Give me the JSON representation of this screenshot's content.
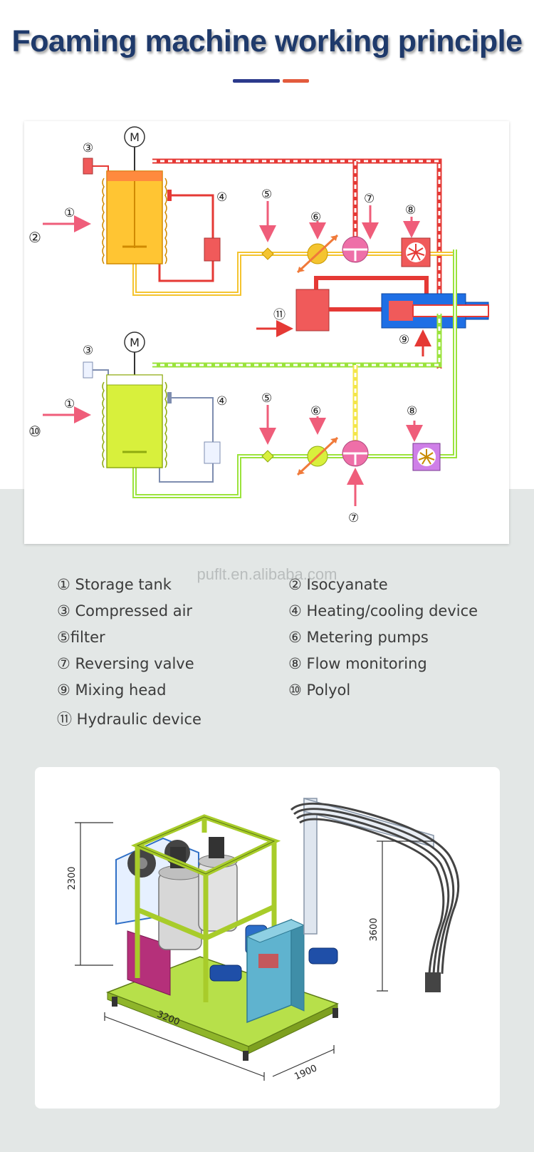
{
  "title": "Foaming machine working principle",
  "colors": {
    "title": "#1f3a6b",
    "accent_blue": "#2b3a8c",
    "accent_red": "#e35b3d",
    "pipe_red": "#e53935",
    "pipe_yellow": "#f4c430",
    "pipe_green": "#9be33c",
    "tank_orange": "#ffc533",
    "tank_green": "#d8f03c",
    "mixing_head": "#1f6fe5",
    "hydraulic": "#f05a5a"
  },
  "watermark": "puflt.en.alibaba.com",
  "diagram": {
    "motor_label": "M",
    "markers": {
      "n1": "①",
      "n2": "②",
      "n3": "③",
      "n4": "④",
      "n5": "⑤",
      "n6": "⑥",
      "n7": "⑦",
      "n8": "⑧",
      "n9": "⑨",
      "n10": "⑩",
      "n11": "⑪"
    }
  },
  "legend": [
    {
      "text": "① Storage tank"
    },
    {
      "text": "② Isocyanate"
    },
    {
      "text": "③ Compressed air"
    },
    {
      "text": "④ Heating/cooling device"
    },
    {
      "text": "⑤filter"
    },
    {
      "text": "⑥ Metering pumps"
    },
    {
      "text": "⑦ Reversing valve"
    },
    {
      "text": "⑧ Flow monitoring"
    },
    {
      "text": "⑨ Mixing head"
    },
    {
      "text": "⑩ Polyol"
    },
    {
      "text": "⑪ Hydraulic device"
    }
  ],
  "machine": {
    "dimensions": {
      "height_frame": "2300",
      "height_boom": "3600",
      "length": "3200",
      "width": "1900"
    }
  }
}
